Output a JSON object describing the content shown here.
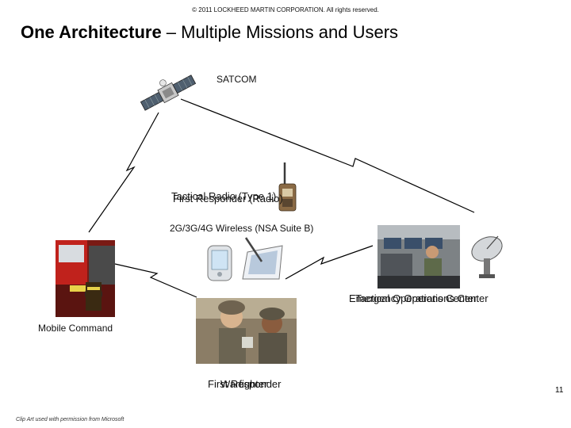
{
  "header": {
    "copyright": "© 2011 LOCKHEED MARTIN CORPORATION. All rights reserved.",
    "title_bold": "One Architecture",
    "title_rest": " – Multiple Missions and Users"
  },
  "nodes": {
    "satcom": "SATCOM",
    "radio_a": "Tactical Radio (Type 1)",
    "radio_b": "First Responder (Radio)",
    "wireless": "2G/3G/4G Wireless (NSA Suite B)",
    "ops_a": "Emergency Operations Center",
    "ops_b": "Tactical Operations Center",
    "mobile": "Mobile Command",
    "user_a": "First Responder",
    "user_b": "Warfighter"
  },
  "footer": {
    "page_number": "11",
    "clipart_credit": "Clip Art used with permission from Microsoft"
  },
  "colors": {
    "line": "#000000",
    "fire_truck": "#c0221c",
    "panel": "#6b6b6b"
  }
}
